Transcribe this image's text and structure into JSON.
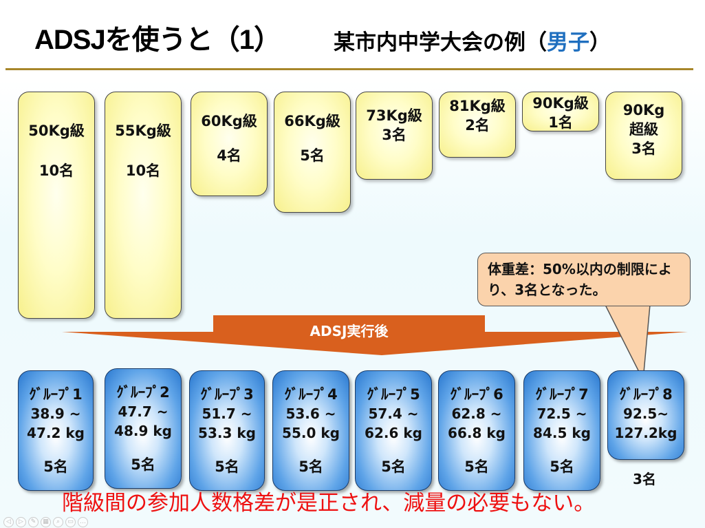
{
  "title": "ADSJを使うと（1）",
  "subtitle_prefix": "某市内中学大会の例（",
  "subtitle_highlight": "男子",
  "subtitle_suffix": "）",
  "weight_classes": [
    {
      "label": "50Kg級",
      "count": "10名"
    },
    {
      "label": "55Kg級",
      "count": "10名"
    },
    {
      "label": "60Kg級",
      "count": "4名"
    },
    {
      "label": "66Kg級",
      "count": "5名"
    },
    {
      "label": "73Kg級",
      "count": "3名"
    },
    {
      "label": "81Kg級",
      "count": "2名"
    },
    {
      "label": "90Kg級",
      "count": "1名"
    },
    {
      "label": "90Kg 超級",
      "count": "3名"
    }
  ],
  "arrow_label": "ADSJ実行後",
  "callout": "体重差：50%以内の制限により、3名となった。",
  "groups": [
    {
      "name": "ｸﾞﾙｰﾌﾟ1",
      "range1": "38.9 ~",
      "range2": "47.2 kg",
      "count": "5名"
    },
    {
      "name": "ｸﾞﾙｰﾌﾟ2",
      "range1": "47.7 ~",
      "range2": "48.9 kg",
      "count": "5名"
    },
    {
      "name": "ｸﾞﾙｰﾌﾟ3",
      "range1": "51.7 ~",
      "range2": "53.3 kg",
      "count": "5名"
    },
    {
      "name": "ｸﾞﾙｰﾌﾟ4",
      "range1": "53.6 ~",
      "range2": "55.0 kg",
      "count": "5名"
    },
    {
      "name": "ｸﾞﾙｰﾌﾟ5",
      "range1": "57.4 ~",
      "range2": "62.6 kg",
      "count": "5名"
    },
    {
      "name": "ｸﾞﾙｰﾌﾟ6",
      "range1": "62.8 ~",
      "range2": "66.8 kg",
      "count": "5名"
    },
    {
      "name": "ｸﾞﾙｰﾌﾟ7",
      "range1": "72.5 ~",
      "range2": "84.5 kg",
      "count": "5名"
    },
    {
      "name": "ｸﾞﾙｰﾌﾟ8",
      "range1": "92.5~",
      "range2": "127.2kg",
      "count": "3名"
    }
  ],
  "conclusion": "階級間の参加人数格差が是正され、減量の必要もない。",
  "nav_icons": [
    "prev-icon",
    "next-icon",
    "pen-icon",
    "slides-icon",
    "zoom-icon",
    "screen-icon",
    "more-icon"
  ]
}
